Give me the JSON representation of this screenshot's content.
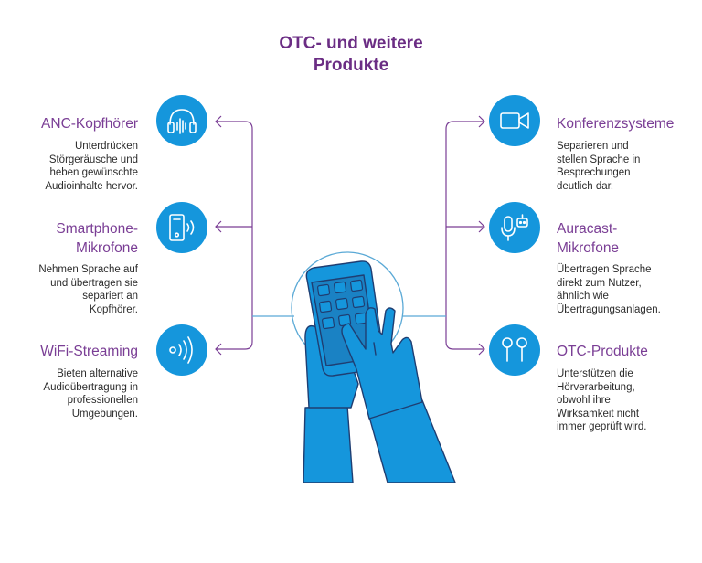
{
  "title": {
    "line1": "OTC- und weitere",
    "line2": "Produkte"
  },
  "left": [
    {
      "heading": [
        "ANC-Kopfhörer"
      ],
      "description": [
        "Unterdrücken",
        "Störgeräusche und",
        "heben gewünschte",
        "Audioinhalte hervor."
      ],
      "icon": "headphones-icon"
    },
    {
      "heading": [
        "Smartphone-",
        "Mikrofone"
      ],
      "description": [
        "Nehmen Sprache auf",
        "und übertragen sie",
        "separiert an",
        "Kopfhörer."
      ],
      "icon": "smartphone-icon"
    },
    {
      "heading": [
        "WiFi-Streaming"
      ],
      "description": [
        "Bieten alternative",
        "Audioübertragung in",
        "professionellen",
        "Umgebungen."
      ],
      "icon": "wifi-streaming-icon"
    }
  ],
  "right": [
    {
      "heading": [
        "Konferenzsysteme"
      ],
      "description": [
        "Separieren und",
        "stellen Sprache in",
        "Besprechungen",
        "deutlich dar."
      ],
      "icon": "video-camera-icon"
    },
    {
      "heading": [
        "Auracast-",
        "Mikrofone"
      ],
      "description": [
        "Übertragen Sprache",
        "direkt zum Nutzer,",
        "ähnlich wie",
        "Übertragungsanlagen."
      ],
      "icon": "microphone-icon"
    },
    {
      "heading": [
        "OTC-Produkte"
      ],
      "description": [
        "Unterstützen die",
        "Hörverarbeitung,",
        "obwohl ihre",
        "Wirksamkeit nicht",
        "immer geprüft wird."
      ],
      "icon": "earbuds-icon"
    }
  ],
  "colors": {
    "title": "#6b2d84",
    "heading": "#7a3e95",
    "circle": "#1596dc",
    "connector": "#7a3e95",
    "hub_line": "#5aa9d6"
  }
}
